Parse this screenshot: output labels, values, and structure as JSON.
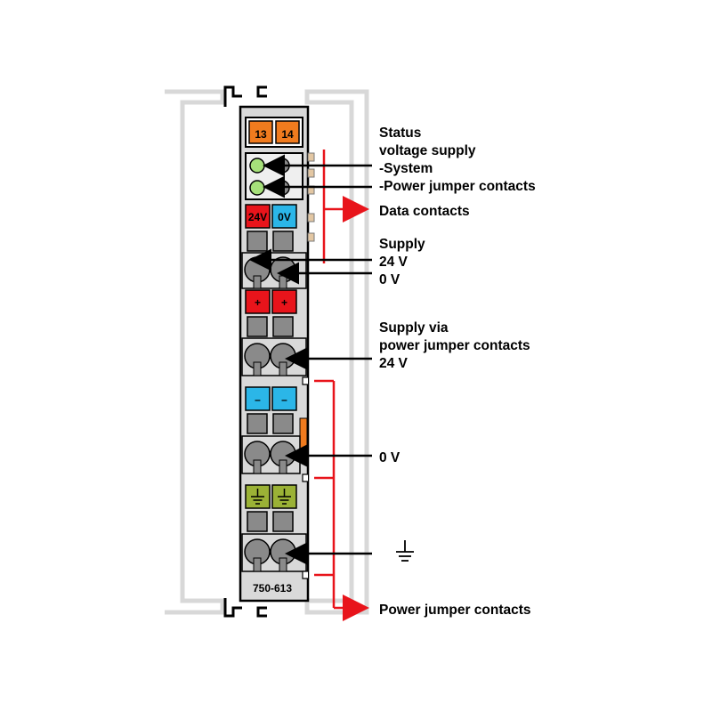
{
  "module": {
    "part_number": "750-613",
    "led_numbers": [
      "13",
      "14"
    ],
    "supply_tags": [
      "24V",
      "0V"
    ],
    "plus_symbol": "+",
    "minus_symbol": "–"
  },
  "labels": {
    "status_title": "Status",
    "status_line2": "voltage supply",
    "status_system": "-System",
    "status_power_jumper": "-Power jumper contacts",
    "data_contacts": "Data contacts",
    "supply_title": "Supply",
    "supply_24v": "24 V",
    "supply_0v": "0 V",
    "supply_via_line1": "Supply via",
    "supply_via_line2": "power jumper contacts",
    "supply_via_line3": "24 V",
    "zero_v": "0 V",
    "power_jumper_contacts": "Power jumper contacts"
  },
  "icons": {
    "ground": "ground-icon",
    "arrow": "arrow-icon"
  },
  "colors": {
    "orange": "#f07b1e",
    "red": "#e8141b",
    "blue": "#2bb6e8",
    "green_led": "#a6e07a",
    "ground_green": "#9bb236",
    "housing": "#d9d9d9",
    "gray": "#8a8a8a",
    "arrow_red": "#e8141b",
    "arrow_black": "#000000"
  }
}
